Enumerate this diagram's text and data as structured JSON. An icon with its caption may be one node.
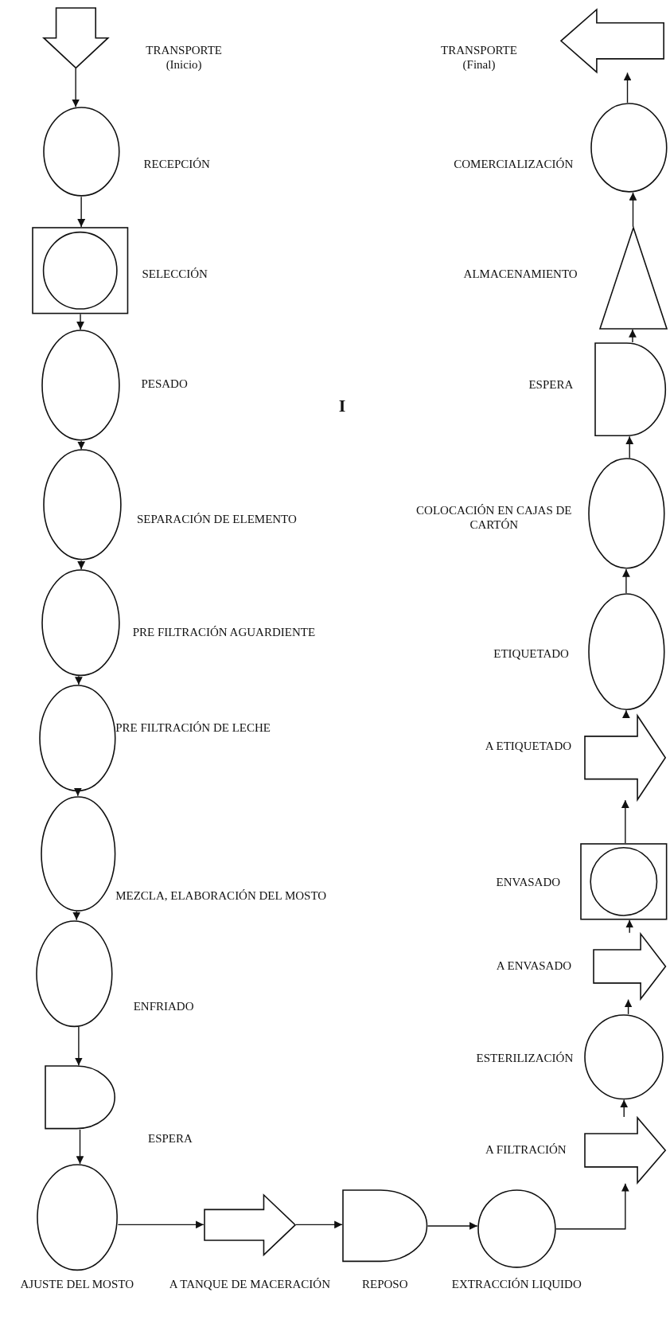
{
  "diagram": {
    "nodes": [
      {
        "text": [],
        "shape": "arrow",
        "beside": [
          "TRANSPORTE (Inicio)"
        ]
      },
      {
        "text": [],
        "shape": "circle",
        "beside": [
          "RECEPCIÓN"
        ]
      },
      {
        "text": [],
        "shape": "box",
        "beside": [
          "SELECCIÓN"
        ]
      },
      {
        "text": [],
        "shape": "circle",
        "beside": [
          "PESADO"
        ]
      },
      {
        "text": [],
        "shape": "circle",
        "beside": [
          "SEPARACIÓN DE ELEMENTO"
        ]
      },
      {
        "text": [],
        "shape": "circle",
        "beside": [
          "PRE FILTRACIÓN AGUARDIENTE"
        ]
      },
      {
        "text": [],
        "shape": "circle",
        "beside": [
          "PRE FILTRACIÓN DE LECHE"
        ]
      },
      {
        "text": [],
        "shape": "circle",
        "beside": [
          "MEZCLA, ELABORACIÓN DEL MOSTO"
        ]
      },
      {
        "text": [],
        "shape": "circle",
        "beside": [
          "ENFRIADO"
        ]
      },
      {
        "text": [],
        "shape": "d-shape",
        "beside": [
          "ESPERA"
        ]
      },
      {
        "text": [],
        "shape": "circle",
        "beside": [
          "AJUSTE DEL MOSTO"
        ]
      },
      {
        "text": [],
        "shape": "arrow",
        "beside": [
          "A TANQUE DE MACERACIÓN"
        ]
      },
      {
        "text": [],
        "shape": "d-shape",
        "beside": [
          "REPOSO"
        ]
      },
      {
        "text": [],
        "shape": "circle",
        "beside": [
          "EXTRACCIÓN LIQUIDO"
        ]
      },
      {
        "text": [],
        "shape": "arrow",
        "beside": [
          "A FILTRACIÓN"
        ]
      },
      {
        "text": [],
        "shape": "circle",
        "beside": [
          "ESTERILIZACIÓN"
        ]
      },
      {
        "text": [],
        "shape": "arrow",
        "beside": [
          "A ENVASADO"
        ]
      },
      {
        "text": [],
        "shape": "box",
        "beside": [
          "ENVASADO"
        ]
      },
      {
        "text": [],
        "shape": "arrow",
        "beside": [
          "A ETIQUETADO"
        ]
      },
      {
        "text": [],
        "shape": "circle",
        "beside": [
          "ETIQUETADO"
        ]
      },
      {
        "text": [],
        "shape": "circle",
        "beside": [
          "COLOCACIÓN EN CAJAS DE CARTÓN"
        ]
      },
      {
        "text": [],
        "shape": "d-shape",
        "beside": [
          "ESPERA"
        ]
      },
      {
        "text": [],
        "shape": "triangle",
        "beside": [
          "ALMACENAMIENTO"
        ]
      },
      {
        "text": [],
        "shape": "circle",
        "beside": [
          "COMERCIALIZACIÓN"
        ]
      },
      {
        "text": [],
        "shape": "arrow",
        "beside": [
          "TRANSPORTE (Final)"
        ]
      }
    ],
    "edges": [
      {
        "from": 0,
        "to": 1,
        "arrow": "to"
      },
      {
        "from": 1,
        "to": 2,
        "arrow": "to"
      },
      {
        "from": 2,
        "to": 3,
        "arrow": "to"
      },
      {
        "from": 3,
        "to": 4,
        "arrow": "to"
      },
      {
        "from": 4,
        "to": 5,
        "arrow": "to"
      },
      {
        "from": 5,
        "to": 6,
        "arrow": "to"
      },
      {
        "from": 6,
        "to": 7,
        "arrow": "to"
      },
      {
        "from": 7,
        "to": 8,
        "arrow": "to"
      },
      {
        "from": 8,
        "to": 9,
        "arrow": "to"
      },
      {
        "from": 9,
        "to": 10,
        "arrow": "to"
      },
      {
        "from": 10,
        "to": 11,
        "arrow": "to"
      },
      {
        "from": 11,
        "to": 12,
        "arrow": "to"
      },
      {
        "from": 12,
        "to": 13,
        "arrow": "to"
      },
      {
        "from": 13,
        "to": 14,
        "arrow": "to"
      },
      {
        "from": 14,
        "to": 15,
        "arrow": "to"
      },
      {
        "from": 15,
        "to": 16,
        "arrow": "to"
      },
      {
        "from": 16,
        "to": 17,
        "arrow": "to"
      },
      {
        "from": 17,
        "to": 18,
        "arrow": "to"
      },
      {
        "from": 18,
        "to": 19,
        "arrow": "to"
      },
      {
        "from": 19,
        "to": 20,
        "arrow": "to"
      },
      {
        "from": 20,
        "to": 21,
        "arrow": "to"
      },
      {
        "from": 21,
        "to": 22,
        "arrow": "to"
      },
      {
        "from": 22,
        "to": 23,
        "arrow": "to"
      },
      {
        "from": 23,
        "to": 24,
        "arrow": "to"
      }
    ],
    "labels": [
      "I"
    ]
  }
}
